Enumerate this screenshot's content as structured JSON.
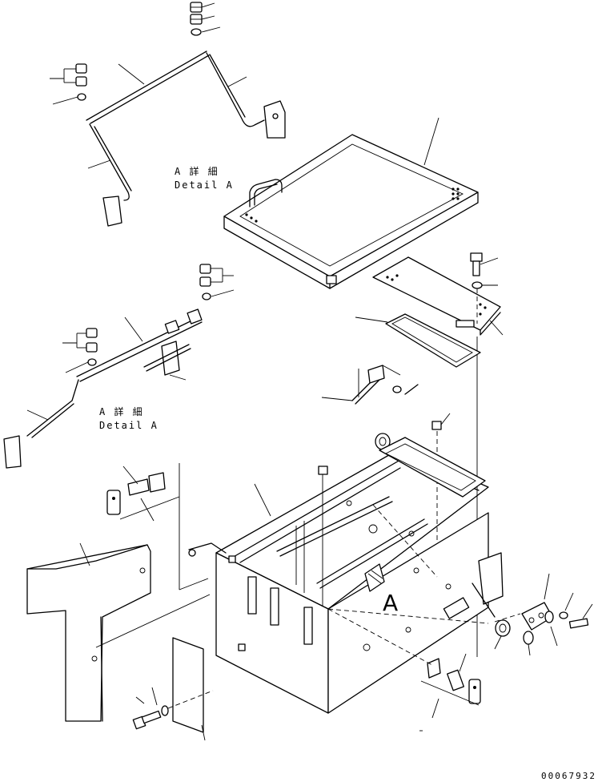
{
  "detail_top": {
    "jp": "A 詳 細",
    "en": "Detail A"
  },
  "detail_mid": {
    "jp": "A 詳 細",
    "en": "Detail A"
  },
  "view_marker": "A",
  "drawing_number": "00067932"
}
